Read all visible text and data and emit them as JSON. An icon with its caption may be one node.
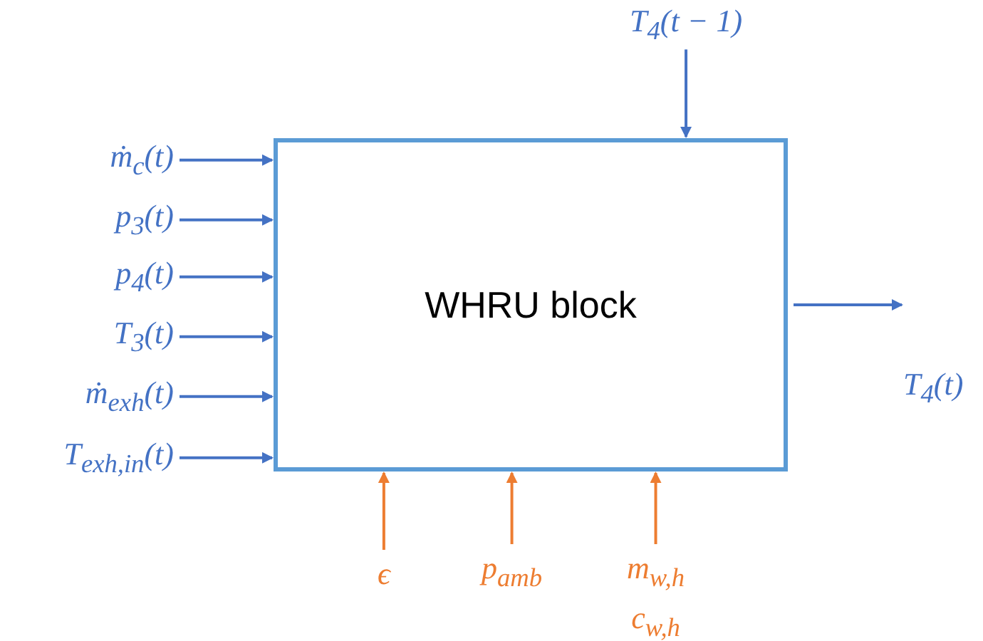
{
  "diagram": {
    "nodes": [
      {
        "text": [
          "WHRU block"
        ]
      },
      {
        "text": [
          "T$_{4}$(t − 1)"
        ]
      },
      {
        "text": [
          "ṁ$_{c}$(t)"
        ]
      },
      {
        "text": [
          "p$_{3}$(t)"
        ]
      },
      {
        "text": [
          "p$_{4}$(t)"
        ]
      },
      {
        "text": [
          "T$_{3}$(t)"
        ]
      },
      {
        "text": [
          "ṁ$_{exh}$(t)"
        ]
      },
      {
        "text": [
          "T$_{exh,in}$(t)"
        ]
      },
      {
        "text": [
          "T$_{4}$(t)"
        ]
      },
      {
        "text": [
          "ϵ"
        ]
      },
      {
        "text": [
          "p$_{amb}$"
        ]
      },
      {
        "text": [
          "m$_{w,h}$",
          "c$_{w,h}$"
        ]
      }
    ],
    "edges": [
      {
        "from": 1,
        "to": 0,
        "arrow": "to"
      },
      {
        "from": 2,
        "to": 0,
        "arrow": "to"
      },
      {
        "from": 3,
        "to": 0,
        "arrow": "to"
      },
      {
        "from": 4,
        "to": 0,
        "arrow": "to"
      },
      {
        "from": 5,
        "to": 0,
        "arrow": "to"
      },
      {
        "from": 6,
        "to": 0,
        "arrow": "to"
      },
      {
        "from": 7,
        "to": 0,
        "arrow": "to"
      },
      {
        "from": 0,
        "to": 8,
        "arrow": "to"
      },
      {
        "from": 9,
        "to": 0,
        "arrow": "to",
        "color": "#ed7d31"
      },
      {
        "from": 10,
        "to": 0,
        "arrow": "to",
        "color": "#ed7d31"
      },
      {
        "from": 11,
        "to": 0,
        "arrow": "to",
        "color": "#ed7d31"
      }
    ]
  }
}
